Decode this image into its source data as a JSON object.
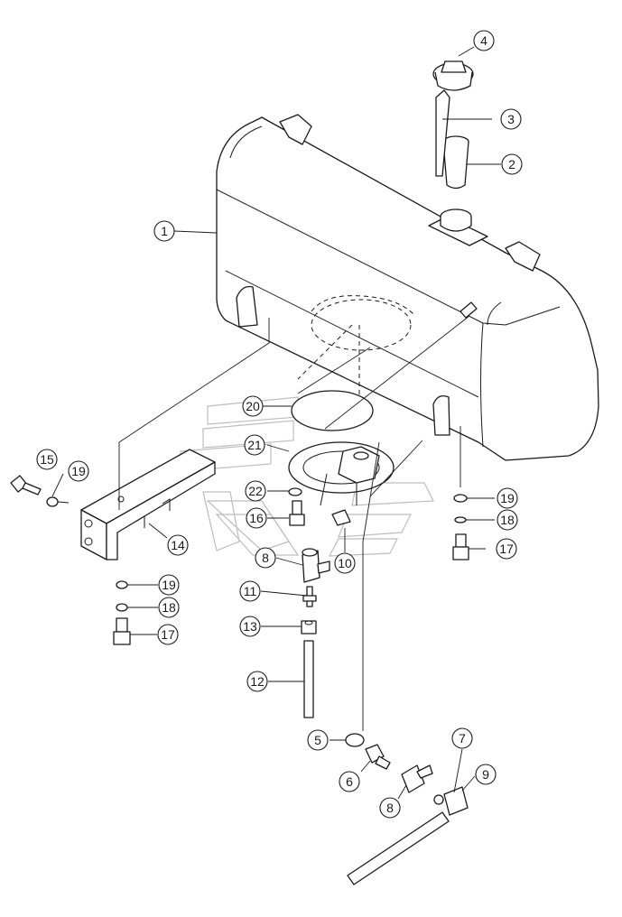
{
  "callouts": [
    {
      "label": "1"
    },
    {
      "label": "2"
    },
    {
      "label": "3"
    },
    {
      "label": "4"
    },
    {
      "label": "5"
    },
    {
      "label": "6"
    },
    {
      "label": "7"
    },
    {
      "label": "8"
    },
    {
      "label": "8"
    },
    {
      "label": "9"
    },
    {
      "label": "10"
    },
    {
      "label": "11"
    },
    {
      "label": "12"
    },
    {
      "label": "13"
    },
    {
      "label": "14"
    },
    {
      "label": "15"
    },
    {
      "label": "16"
    },
    {
      "label": "17"
    },
    {
      "label": "17"
    },
    {
      "label": "18"
    },
    {
      "label": "18"
    },
    {
      "label": "19"
    },
    {
      "label": "19"
    },
    {
      "label": "19"
    },
    {
      "label": "20"
    },
    {
      "label": "21"
    },
    {
      "label": "22"
    }
  ],
  "colors": {
    "line": "#1a1a1a",
    "watermark": "#bdbdbd",
    "background": "#ffffff"
  }
}
